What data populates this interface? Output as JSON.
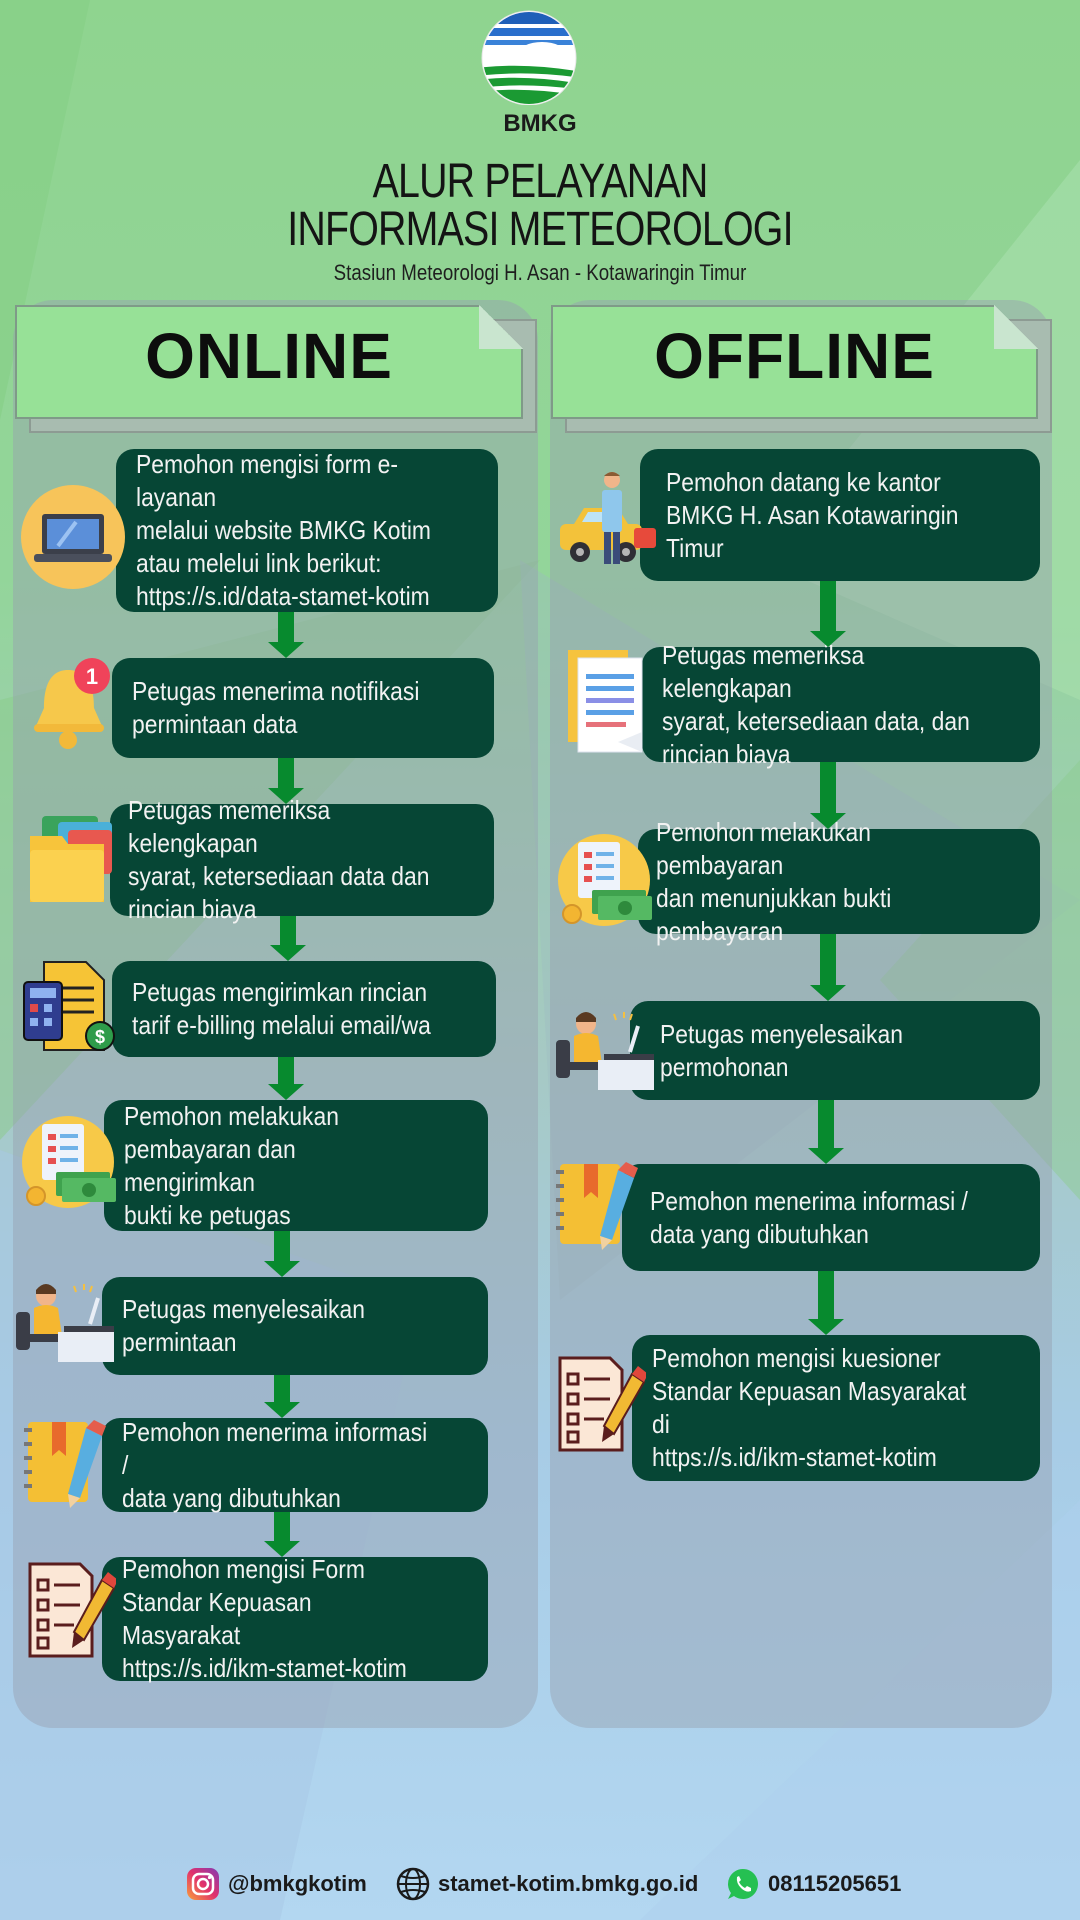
{
  "header": {
    "logo_text": "BMKG",
    "title_line1": "ALUR PELAYANAN",
    "title_line2": "INFORMASI METEOROLOGI",
    "subtitle": "Stasiun Meteorologi H. Asan - Kotawaringin Timur"
  },
  "online": {
    "heading": "ONLINE",
    "steps": [
      {
        "text": "Pemohon mengisi form e-layanan\nmelalui website BMKG Kotim\natau melelui link berikut:\nhttps://s.id/data-stamet-kotim",
        "icon": "laptop-icon"
      },
      {
        "text": "Petugas menerima notifikasi\npermintaan data",
        "icon": "bell-notification-icon",
        "badge": "1"
      },
      {
        "text": "Petugas memeriksa kelengkapan\nsyarat, ketersediaan data dan\nrincian biaya",
        "icon": "folder-icon"
      },
      {
        "text": "Petugas mengirimkan rincian\ntarif e-billing melalui email/wa",
        "icon": "invoice-calculator-icon"
      },
      {
        "text": "Pemohon melakukan\npembayaran dan mengirimkan\nbukti ke petugas",
        "icon": "payment-receipt-icon"
      },
      {
        "text": "Petugas menyelesaikan\npermintaan",
        "icon": "worker-at-desk-icon"
      },
      {
        "text": "Pemohon menerima informasi /\ndata yang dibutuhkan",
        "icon": "notebook-pencil-icon"
      },
      {
        "text": "Pemohon mengisi Form\nStandar Kepuasan Masyarakat\nhttps://s.id/ikm-stamet-kotim",
        "icon": "checklist-pencil-icon"
      }
    ]
  },
  "offline": {
    "heading": "OFFLINE",
    "steps": [
      {
        "text": "Pemohon datang ke kantor\nBMKG H. Asan Kotawaringin\nTimur",
        "icon": "person-car-icon"
      },
      {
        "text": "Petugas memeriksa kelengkapan\nsyarat, ketersediaan data, dan\nrincian biaya",
        "icon": "documents-icon"
      },
      {
        "text": "Pemohon melakukan pembayaran\ndan menunjukkan bukti pembayaran",
        "icon": "payment-receipt-icon"
      },
      {
        "text": "Petugas menyelesaikan\npermohonan",
        "icon": "worker-at-desk-icon"
      },
      {
        "text": "Pemohon menerima informasi /\ndata yang dibutuhkan",
        "icon": "notebook-pencil-icon"
      },
      {
        "text": "Pemohon mengisi kuesioner\nStandar Kepuasan Masyarakat di\nhttps://s.id/ikm-stamet-kotim",
        "icon": "checklist-pencil-icon"
      }
    ]
  },
  "footer": {
    "instagram": "@bmkgkotim",
    "website": "stamet-kotim.bmkg.go.id",
    "whatsapp": "08115205651"
  },
  "colors": {
    "step_bg": "#064635",
    "arrow": "#078a2e",
    "banner": "#97e197"
  }
}
